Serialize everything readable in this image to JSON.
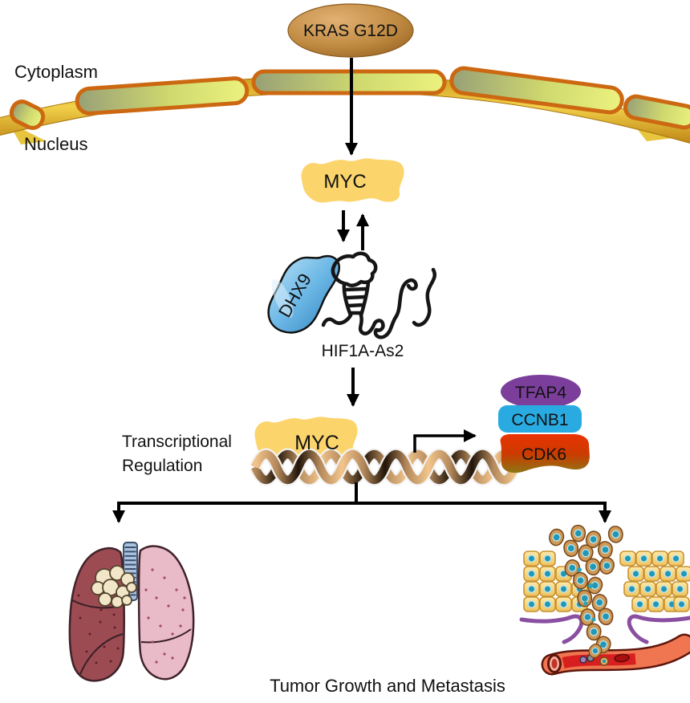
{
  "figure": {
    "compartments": {
      "cytoplasm": "Cytoplasm",
      "nucleus": "Nucleus"
    },
    "nodes": {
      "kras": "KRAS G12D",
      "myc": "MYC",
      "dhx9": "DHX9",
      "lncrna": "HIF1A-As2",
      "myc_promoter": "MYC",
      "tfap4": "TFAP4",
      "ccnb1": "CCNB1",
      "cdk6": "CDK6"
    },
    "labels": {
      "process_line1": "Transcriptional",
      "process_line2": "Regulation",
      "caption": "Tumor Growth and Metastasis"
    },
    "colors": {
      "kras_fill": "#c08a42",
      "membrane_gold": "#f2d04a",
      "membrane_capsule_outline": "#cc6811",
      "myc_fill": "#fbd46c",
      "dhx9_fill": "#6cb8e6",
      "tfap4_fill": "#7b3f9b",
      "ccnb1_fill": "#29abe2",
      "cdk6_top": "#ea3302",
      "dna_light": "#f2c58c",
      "dna_dark": "#211509",
      "lung_left": "#9c4b52",
      "lung_right": "#e9bac8",
      "tumor_mass": "#f2e6c8",
      "epithelial_cell": "#f5d87c",
      "tumor_cell": "#cf9a58",
      "nucleus_teal": "#1f97b5",
      "basement_membrane": "#8a4fa0",
      "vessel_red": "#d81f1f"
    }
  }
}
